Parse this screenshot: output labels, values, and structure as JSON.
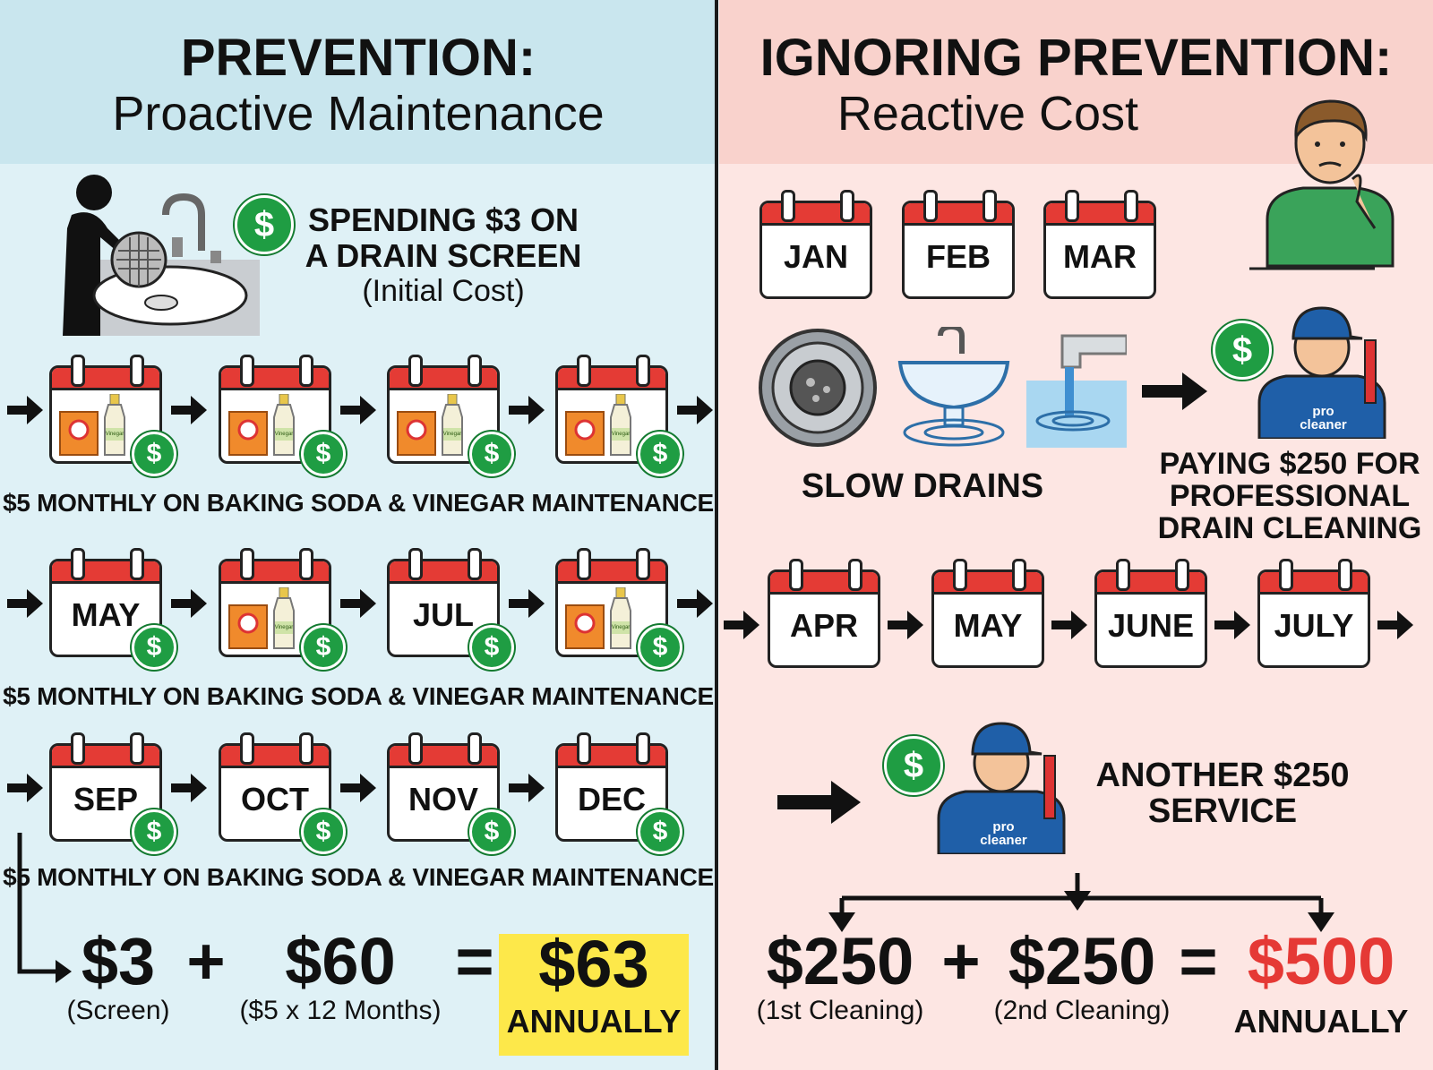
{
  "left": {
    "title": "PREVENTION:",
    "subtitle": "Proactive Maintenance",
    "screen_line1": "SPENDING $3 ON",
    "screen_line2": "A DRAIN SCREEN",
    "screen_note": "(Initial Cost)",
    "caption": "$5 MONTHLY ON BAKING SODA & VINEGAR MAINTENANCE",
    "row2_months": [
      "MAY",
      "JUL"
    ],
    "row3_months": [
      "SEP",
      "OCT",
      "NOV",
      "DEC"
    ],
    "vinegar_label": "Vinegar",
    "eq": {
      "a": "$3",
      "a_note": "(Screen)",
      "plus": "+",
      "b": "$60",
      "b_note": "($5 x 12 Months)",
      "equals": "=",
      "total": "$63",
      "total_note": "ANNUALLY",
      "total_bg": "#fde84a"
    }
  },
  "right": {
    "title": "IGNORING PREVENTION:",
    "subtitle": "Reactive Cost",
    "row1_months": [
      "JAN",
      "FEB",
      "MAR"
    ],
    "slow": "SLOW DRAINS",
    "pay_line1": "PAYING $250 FOR",
    "pay_line2": "PROFESSIONAL",
    "pay_line3": "DRAIN CLEANING",
    "row2_months": [
      "APR",
      "MAY",
      "JUNE",
      "JULY"
    ],
    "another_line1": "ANOTHER $250",
    "another_line2": "SERVICE",
    "pro_label_1": "pro",
    "pro_label_2": "cleaner",
    "eq": {
      "a": "$250",
      "a_note": "(1st Cleaning)",
      "plus": "+",
      "b": "$250",
      "b_note": "(2nd Cleaning)",
      "equals": "=",
      "total": "$500",
      "total_note": "ANNUALLY",
      "total_color": "#e53935"
    }
  },
  "coin_symbol": "$"
}
